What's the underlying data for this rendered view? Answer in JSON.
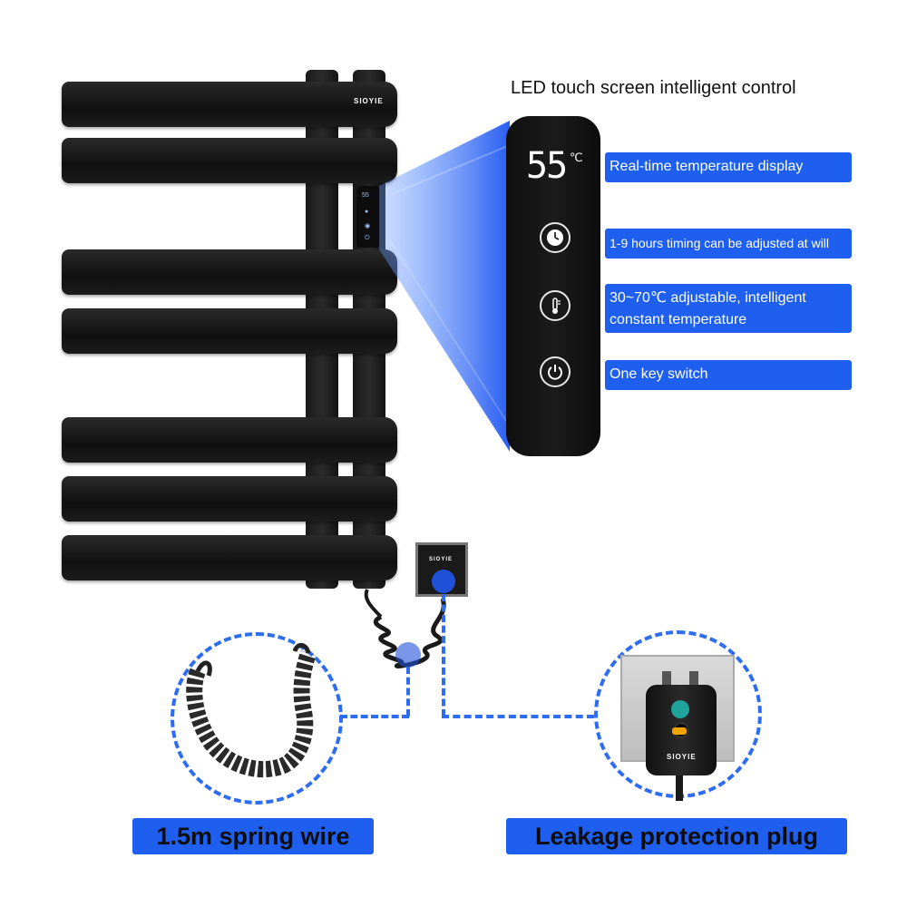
{
  "product": {
    "brand": "SIOYIE",
    "mini_display": "55",
    "mini_icons": [
      "clock-icon",
      "thermometer-icon",
      "power-icon"
    ]
  },
  "control": {
    "headline": "LED touch screen intelligent control",
    "temperature": "55",
    "temperature_unit": "℃",
    "icons": [
      "clock-icon",
      "thermometer-icon",
      "power-icon"
    ],
    "features": [
      "Real-time temperature display",
      "1-9 hours timing can be adjusted at will",
      "30~70℃ adjustable, intelligent constant temperature",
      "One key switch"
    ]
  },
  "socket": {
    "brand": "SIOYIE"
  },
  "callouts": {
    "spring_wire": "1.5m spring wire",
    "leakage_plug": "Leakage protection plug",
    "plug_brand": "SIOYIE"
  },
  "colors": {
    "accent_blue": "#1e5ff0",
    "rail_black": "#141414",
    "dashed_blue": "#2e6cf0"
  }
}
